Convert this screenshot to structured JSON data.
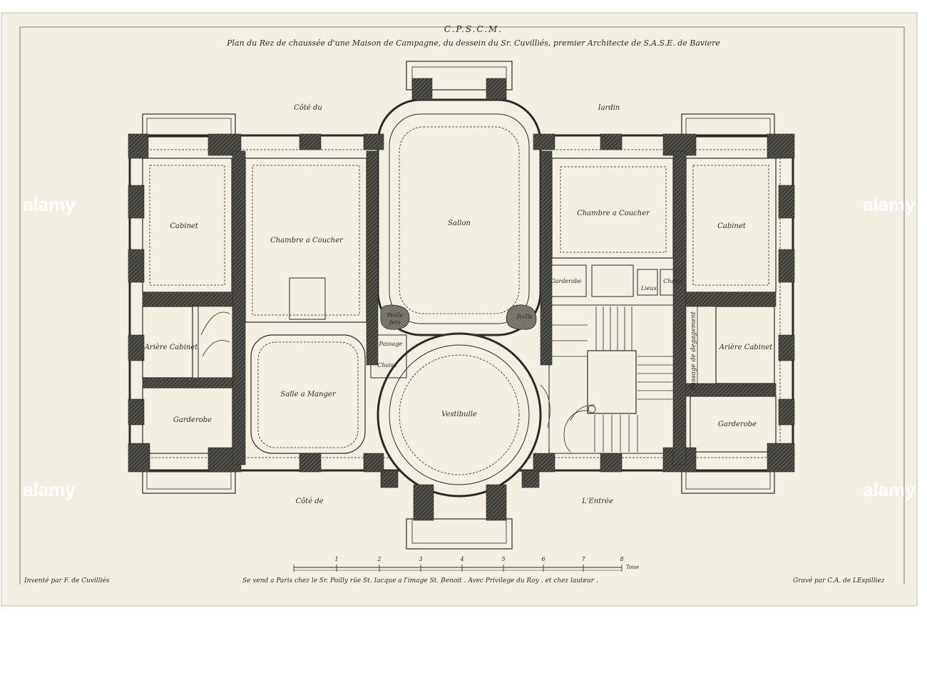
{
  "title": {
    "monogram": "C.P.S.C.M.",
    "caption": "Plan du Rez de chaussée d'une Maison de Campagne, du dessein du Sr. Cuvilliés, premier Architecte de S.A.S.E. de Baviere"
  },
  "sides": {
    "garden_left": "Côté du",
    "garden_right": "Iardin",
    "entry_left": "Côté de",
    "entry_right": "L'Entrée"
  },
  "rooms": {
    "cabinet_left": "Cabinet",
    "chambre_left": "Chambre a Coucher",
    "sallon": "Sallon",
    "chambre_right": "Chambre a Coucher",
    "cabinet_right": "Cabinet",
    "arriere_left": "Arière Cabinet",
    "poille_fein": "Poille fein",
    "poille": "Poille",
    "garderobe_upper": "Garderobe",
    "lieux": "Lieux",
    "chaise_right": "Chaise",
    "passage": "Passage",
    "chaise_left": "Chaise",
    "salle": "Salle a Manger",
    "vestibule": "Vestibulle",
    "passage_degagement": "Passage de degagement",
    "arriere_right": "Arière Cabinet",
    "garderobe_left": "Garderobe",
    "garderobe_right": "Garderobe"
  },
  "scale": {
    "ticks": [
      "1",
      "2",
      "3",
      "4",
      "5",
      "6",
      "7",
      "8"
    ],
    "unit": "Toise"
  },
  "footer": {
    "left": "Inventé par F. de Cuvilliés",
    "center": "Se vend a Paris chez le Sr. Poilly rüe St. Iacque a l'image St. Benoit . Avec Privilege du Roy . et chez lauteur .",
    "right": "Gravé par C.A. de LEspilliez"
  },
  "watermark": "alamy",
  "colors": {
    "paper": "#f3efe3",
    "ink": "#2b2a26",
    "wall": "#3b3a35",
    "stone": "#5a5953"
  }
}
